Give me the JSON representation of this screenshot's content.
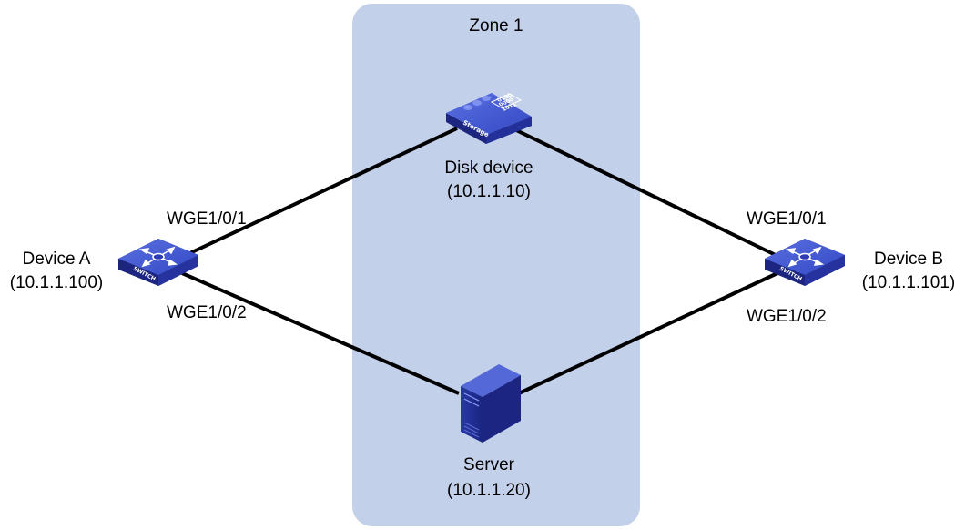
{
  "zone": {
    "label": "Zone 1",
    "fill": "#c3d0ea"
  },
  "colors": {
    "link": "#000000",
    "device_dark": "#1e2a8c",
    "device_mid": "#2c3db8",
    "device_light": "#4a5fd8"
  },
  "disk": {
    "name": "Disk device",
    "ip": "(10.1.1.10)",
    "icon": "storage-icon",
    "badge": "Storage",
    "digits": [
      "0100",
      "0000",
      "1011"
    ]
  },
  "server": {
    "name": "Server",
    "ip": "(10.1.1.20)",
    "icon": "server-icon"
  },
  "device_a": {
    "name": "Device A",
    "ip": "(10.1.1.100)",
    "icon": "switch-icon",
    "badge": "SWITCH",
    "port1": "WGE1/0/1",
    "port2": "WGE1/0/2"
  },
  "device_b": {
    "name": "Device B",
    "ip": "(10.1.1.101)",
    "icon": "switch-icon",
    "badge": "SWITCH",
    "port1": "WGE1/0/1",
    "port2": "WGE1/0/2"
  }
}
